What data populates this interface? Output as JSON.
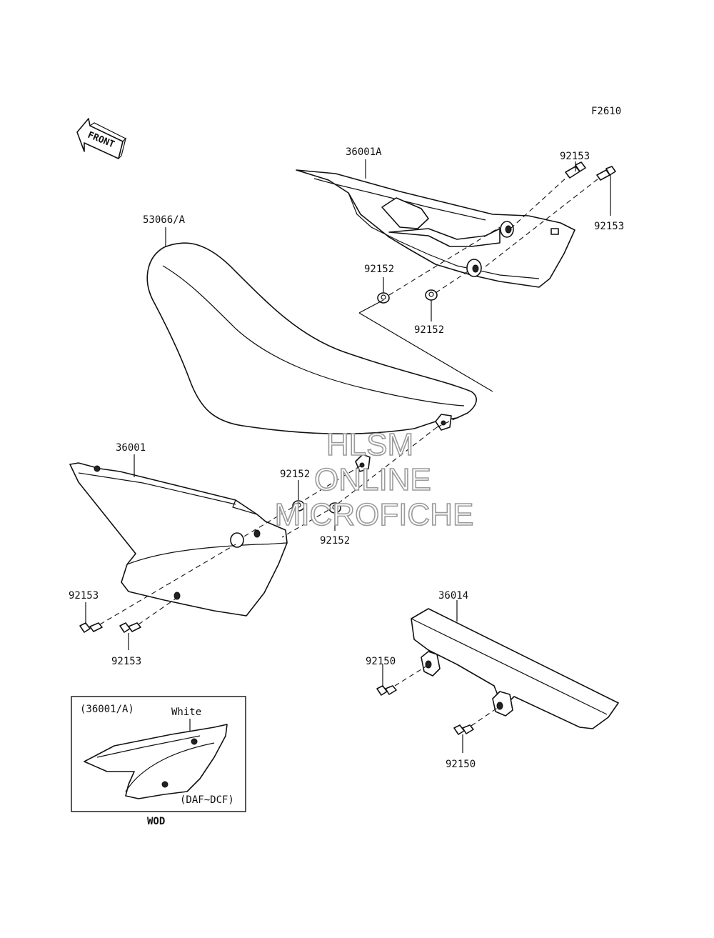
{
  "figure_code": "F2610",
  "front_label": "FRONT",
  "parts": {
    "side_cover_a": "36001A",
    "seat": "53066/A",
    "side_cover": "36001",
    "chain_cover": "36014",
    "bolt_92153_top1": "92153",
    "bolt_92153_top2": "92153",
    "grommet_92152_top1": "92152",
    "grommet_92152_top2": "92152",
    "grommet_92152_mid1": "92152",
    "grommet_92152_mid2": "92152",
    "bolt_92153_left1": "92153",
    "bolt_92153_left2": "92153",
    "bolt_92150_1": "92150",
    "bolt_92150_2": "92150"
  },
  "inset": {
    "title": "(36001/A)",
    "color_note": "White",
    "range_note": "(DAF~DCF)",
    "caption": "WOD"
  },
  "watermark": {
    "line1": "HLSM",
    "line2": "ONLINE",
    "line3": "MICROFICHE"
  }
}
